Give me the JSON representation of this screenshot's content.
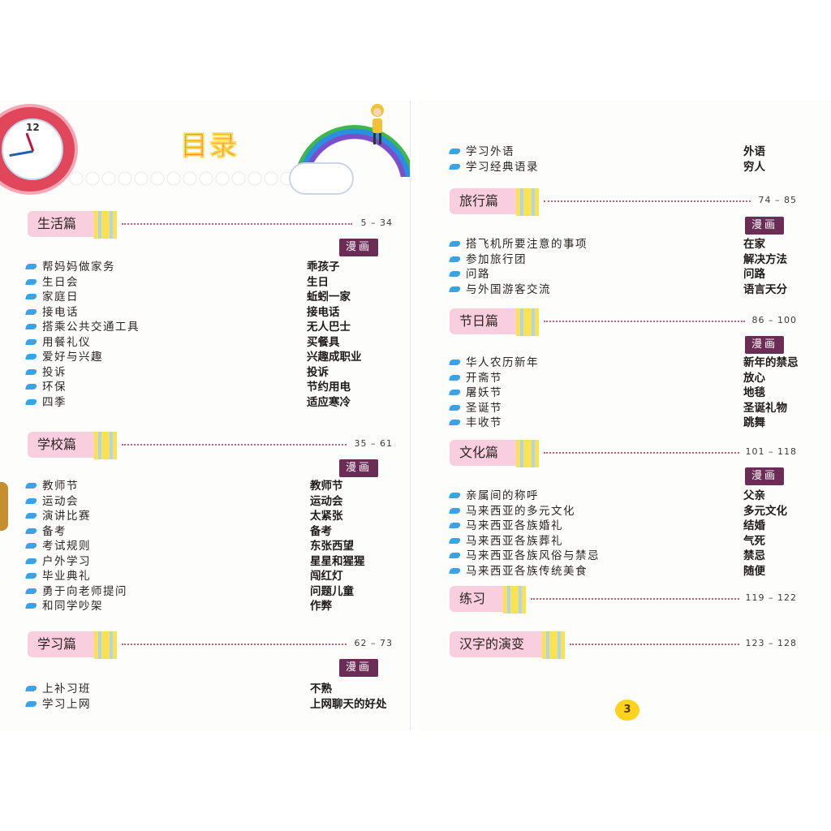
{
  "title": "目录",
  "clock_label": "12",
  "manga_label": "漫画",
  "page_number": "3",
  "left_sections": [
    {
      "name": "生活篇",
      "pages": "5 – 34",
      "items": [
        {
          "title": "帮妈妈做家务",
          "comic": "乖孩子"
        },
        {
          "title": "生日会",
          "comic": "生日"
        },
        {
          "title": "家庭日",
          "comic": "蚯蚓一家"
        },
        {
          "title": "接电话",
          "comic": "接电话"
        },
        {
          "title": "搭乘公共交通工具",
          "comic": "无人巴士"
        },
        {
          "title": "用餐礼仪",
          "comic": "买餐具"
        },
        {
          "title": "爱好与兴趣",
          "comic": "兴趣成职业"
        },
        {
          "title": "投诉",
          "comic": "投诉"
        },
        {
          "title": "环保",
          "comic": "节约用电"
        },
        {
          "title": "四季",
          "comic": "适应寒冷"
        }
      ]
    },
    {
      "name": "学校篇",
      "pages": "35 – 61",
      "items": [
        {
          "title": "教师节",
          "comic": "教师节"
        },
        {
          "title": "运动会",
          "comic": "运动会"
        },
        {
          "title": "演讲比赛",
          "comic": "太紧张"
        },
        {
          "title": "备考",
          "comic": "备考"
        },
        {
          "title": "考试规则",
          "comic": "东张西望"
        },
        {
          "title": "户外学习",
          "comic": "星星和猩猩"
        },
        {
          "title": "毕业典礼",
          "comic": "闯红灯"
        },
        {
          "title": "勇于向老师提问",
          "comic": "问题儿童"
        },
        {
          "title": "和同学吵架",
          "comic": "作弊"
        }
      ]
    },
    {
      "name": "学习篇",
      "pages": "62 – 73",
      "items": [
        {
          "title": "上补习班",
          "comic": "不熟"
        },
        {
          "title": "学习上网",
          "comic": "上网聊天的好处"
        }
      ]
    }
  ],
  "right_top_items": [
    {
      "title": "学习外语",
      "comic": "外语"
    },
    {
      "title": "学习经典语录",
      "comic": "穷人"
    }
  ],
  "right_sections": [
    {
      "name": "旅行篇",
      "pages": "74 – 85",
      "items": [
        {
          "title": "搭飞机所要注意的事项",
          "comic": "在家"
        },
        {
          "title": "参加旅行团",
          "comic": "解决方法"
        },
        {
          "title": "问路",
          "comic": "问路"
        },
        {
          "title": "与外国游客交流",
          "comic": "语言天分"
        }
      ]
    },
    {
      "name": "节日篇",
      "pages": "86 – 100",
      "items": [
        {
          "title": "华人农历新年",
          "comic": "新年的禁忌"
        },
        {
          "title": "开斋节",
          "comic": "放心"
        },
        {
          "title": "屠妖节",
          "comic": "地毯"
        },
        {
          "title": "圣诞节",
          "comic": "圣诞礼物"
        },
        {
          "title": "丰收节",
          "comic": "跳舞"
        }
      ]
    },
    {
      "name": "文化篇",
      "pages": "101 – 118",
      "items": [
        {
          "title": "亲属间的称呼",
          "comic": "父亲"
        },
        {
          "title": "马来西亚的多元文化",
          "comic": "多元文化"
        },
        {
          "title": "马来西亚各族婚礼",
          "comic": "结婚"
        },
        {
          "title": "马来西亚各族葬礼",
          "comic": "气死"
        },
        {
          "title": "马来西亚各族风俗与禁忌",
          "comic": "禁忌"
        },
        {
          "title": "马来西亚各族传统美食",
          "comic": "随便"
        }
      ]
    },
    {
      "name": "练习",
      "pages": "119 – 122",
      "items": []
    },
    {
      "name": "汉字的演变",
      "pages": "123 – 128",
      "items": []
    }
  ],
  "colors": {
    "pill": "#f9cfe0",
    "manga_tag": "#6b2c56",
    "bullet": "#3aa3e6",
    "title": "#e8361f"
  }
}
